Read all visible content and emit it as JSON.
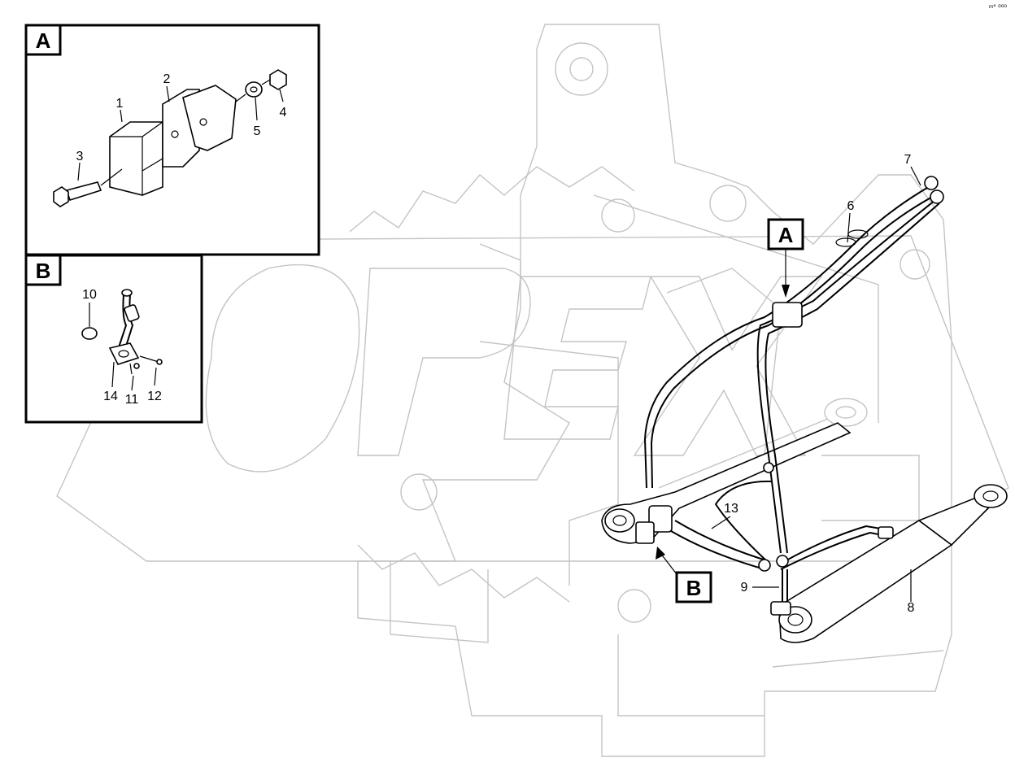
{
  "corner_tag": "ᵐ° ⁰⁰⁰",
  "watermark": "OPEX",
  "detail_a": {
    "title": "A",
    "parts": [
      "1",
      "2",
      "3",
      "4",
      "5"
    ]
  },
  "detail_b": {
    "title": "B",
    "parts": [
      "10",
      "14",
      "11",
      "12"
    ]
  },
  "main_view": {
    "callout_a": "A",
    "callout_b": "B",
    "parts": [
      "7",
      "6",
      "13",
      "9",
      "8"
    ]
  }
}
